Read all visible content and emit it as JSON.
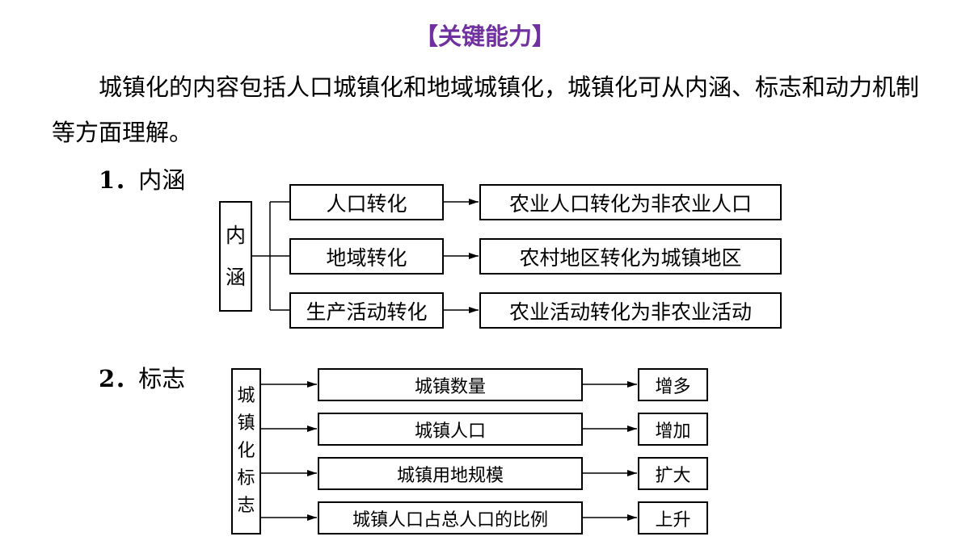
{
  "heading": "【关键能力】",
  "intro": "城镇化的内容包括人口城镇化和地域城镇化，城镇化可从内涵、标志和动力机制等方面理解。",
  "section1": {
    "number": "1．",
    "title": "内涵",
    "root_chars": [
      "内",
      "涵"
    ],
    "rows": [
      {
        "label": "人口转化",
        "result": "农业人口转化为非农业人口"
      },
      {
        "label": "地域转化",
        "result": "农村地区转化为城镇地区"
      },
      {
        "label": "生产活动转化",
        "result": "农业活动转化为非农业活动"
      }
    ]
  },
  "section2": {
    "number": "2．",
    "title": "标志",
    "root_chars": [
      "城",
      "镇",
      "化",
      "标",
      "志"
    ],
    "rows": [
      {
        "label": "城镇数量",
        "result": "增多"
      },
      {
        "label": "城镇人口",
        "result": "增加"
      },
      {
        "label": "城镇用地规模",
        "result": "扩大"
      },
      {
        "label": "城镇人口占总人口的比例",
        "result": "上升"
      }
    ]
  }
}
